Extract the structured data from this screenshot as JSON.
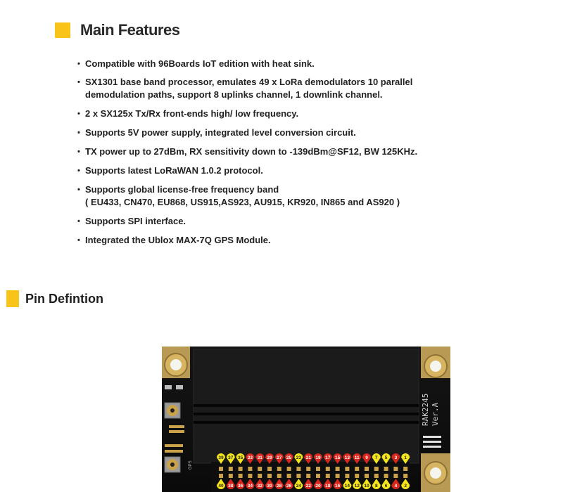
{
  "sections": {
    "main_features": {
      "title": "Main Features"
    },
    "pin_definition": {
      "title": "Pin Defintion"
    }
  },
  "features": [
    {
      "line1": "Compatible with 96Boards IoT edition with heat sink.",
      "line2": ""
    },
    {
      "line1": "SX1301 base band processor, emulates 49 x LoRa demodulators 10 parallel",
      "line2": "demodulation paths, support 8 uplinks channel, 1 downlink channel."
    },
    {
      "line1": "2 x SX125x Tx/Rx front-ends high/ low frequency.",
      "line2": ""
    },
    {
      "line1": "Supports 5V power supply, integrated level conversion circuit.",
      "line2": ""
    },
    {
      "line1": "TX power up to 27dBm, RX sensitivity down to -139dBm@SF12, BW 125KHz.",
      "line2": ""
    },
    {
      "line1": "Supports latest LoRaWAN 1.0.2 protocol.",
      "line2": ""
    },
    {
      "line1": "Supports global license-free frequency band",
      "line2": "( EU433, CN470, EU868, US915,AS923, AU915, KR920, IN865 and AS920 )"
    },
    {
      "line1": "Supports SPI interface.",
      "line2": ""
    },
    {
      "line1": "Integrated the Ublox MAX-7Q GPS Module.",
      "line2": ""
    }
  ],
  "board": {
    "model": "RAK2245",
    "version": "Ver.A",
    "gps_label": "GPS",
    "pins_top": [
      {
        "n": "39",
        "c": "yellow"
      },
      {
        "n": "37",
        "c": "yellow"
      },
      {
        "n": "35",
        "c": "yellow"
      },
      {
        "n": "33",
        "c": "red"
      },
      {
        "n": "31",
        "c": "red"
      },
      {
        "n": "29",
        "c": "red"
      },
      {
        "n": "27",
        "c": "red"
      },
      {
        "n": "25",
        "c": "red"
      },
      {
        "n": "23",
        "c": "yellow"
      },
      {
        "n": "21",
        "c": "red"
      },
      {
        "n": "19",
        "c": "red"
      },
      {
        "n": "17",
        "c": "red"
      },
      {
        "n": "15",
        "c": "red"
      },
      {
        "n": "13",
        "c": "red"
      },
      {
        "n": "11",
        "c": "red"
      },
      {
        "n": "9",
        "c": "red"
      },
      {
        "n": "7",
        "c": "yellow"
      },
      {
        "n": "5",
        "c": "yellow"
      },
      {
        "n": "3",
        "c": "red"
      },
      {
        "n": "1",
        "c": "yellow"
      }
    ],
    "pins_bottom": [
      {
        "n": "40",
        "c": "yellow"
      },
      {
        "n": "38",
        "c": "red"
      },
      {
        "n": "36",
        "c": "red"
      },
      {
        "n": "34",
        "c": "red"
      },
      {
        "n": "32",
        "c": "red"
      },
      {
        "n": "30",
        "c": "red"
      },
      {
        "n": "28",
        "c": "red"
      },
      {
        "n": "26",
        "c": "red"
      },
      {
        "n": "24",
        "c": "yellow"
      },
      {
        "n": "22",
        "c": "red"
      },
      {
        "n": "20",
        "c": "red"
      },
      {
        "n": "18",
        "c": "red"
      },
      {
        "n": "16",
        "c": "red"
      },
      {
        "n": "14",
        "c": "yellow"
      },
      {
        "n": "12",
        "c": "yellow"
      },
      {
        "n": "10",
        "c": "yellow"
      },
      {
        "n": "8",
        "c": "yellow"
      },
      {
        "n": "6",
        "c": "yellow"
      },
      {
        "n": "4",
        "c": "red"
      },
      {
        "n": "2",
        "c": "yellow"
      }
    ]
  },
  "colors": {
    "accent": "#f7c417",
    "pin_yellow": "#f5e51c",
    "pin_red": "#d9261c",
    "pcb": "#111111",
    "gold": "#c9a24a"
  }
}
